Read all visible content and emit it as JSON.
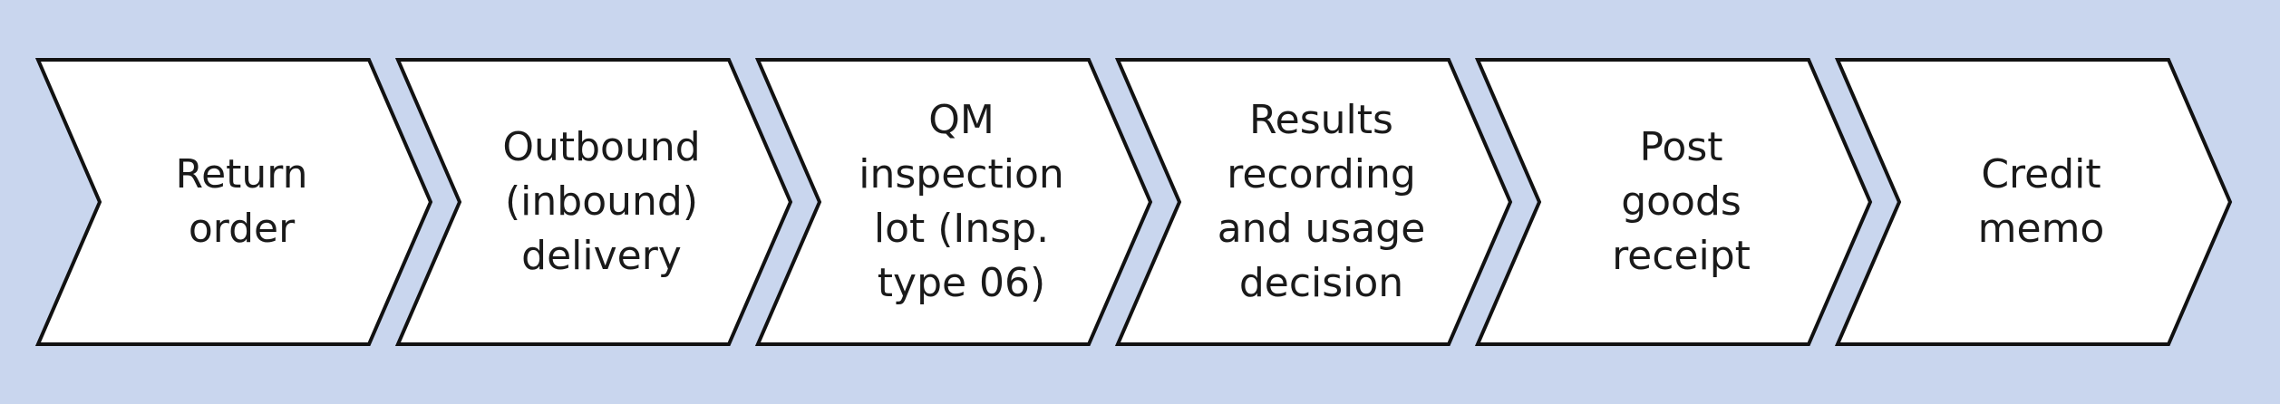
{
  "diagram": {
    "type": "process-chevron-flow",
    "colors": {
      "background": "#c9d6ee",
      "chevron_fill": "#ffffff",
      "chevron_stroke": "#111111",
      "text": "#1a1a1a"
    },
    "steps": [
      {
        "id": "return-order",
        "lines": [
          "Return",
          "order"
        ]
      },
      {
        "id": "outbound-delivery",
        "lines": [
          "Outbound",
          "(inbound)",
          "delivery"
        ]
      },
      {
        "id": "qm-inspection-lot",
        "lines": [
          "QM",
          "inspection",
          "lot (Insp.",
          "type 06)"
        ]
      },
      {
        "id": "results-recording",
        "lines": [
          "Results",
          "recording",
          "and usage",
          "decision"
        ]
      },
      {
        "id": "post-goods-receipt",
        "lines": [
          "Post",
          "goods",
          "receipt"
        ]
      },
      {
        "id": "credit-memo",
        "lines": [
          "Credit",
          "memo"
        ]
      }
    ]
  }
}
